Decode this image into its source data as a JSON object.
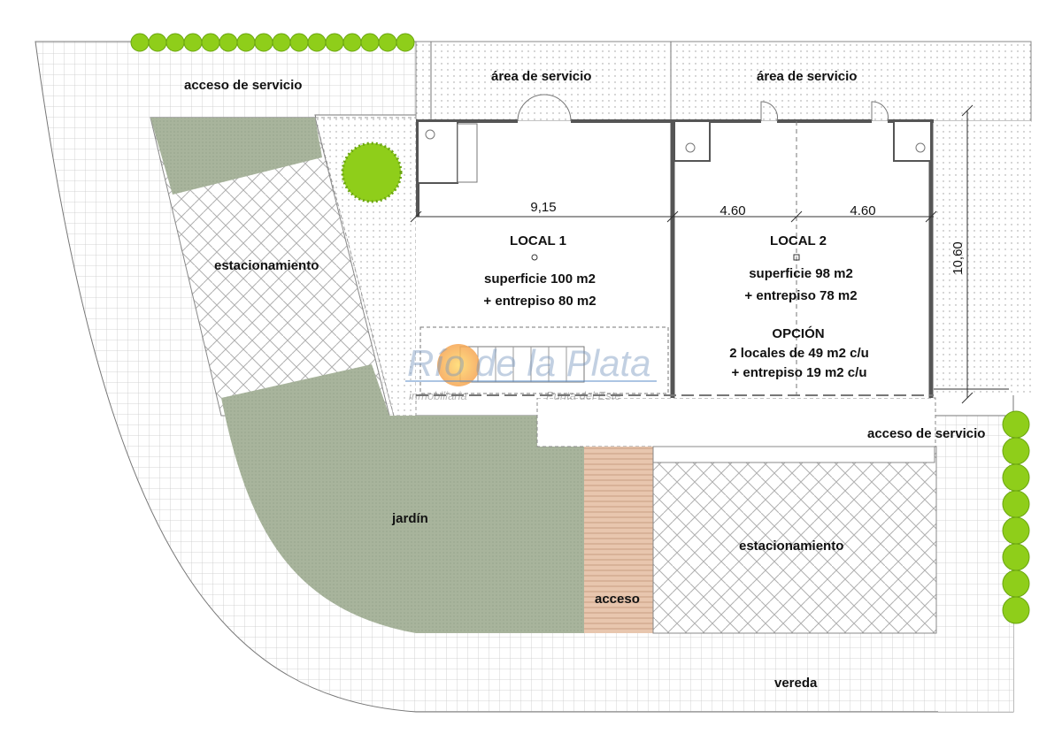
{
  "labels": {
    "acceso_servicio_top": "acceso de servicio",
    "area_servicio_left": "área de servicio",
    "area_servicio_right": "área de servicio",
    "estacionamiento_left": "estacionamiento",
    "estacionamiento_right": "estacionamiento",
    "jardin": "jardín",
    "acceso": "acceso",
    "vereda": "vereda",
    "acceso_servicio_right": "acceso de servicio"
  },
  "local1": {
    "title": "LOCAL 1",
    "superficie": "superficie 100 m2",
    "entrepiso": "+ entrepiso 80 m2"
  },
  "local2": {
    "title": "LOCAL 2",
    "superficie": "superficie 98 m2",
    "entrepiso": "+ entrepiso 78 m2",
    "option_title": "OPCIÓN",
    "option_line1": "2 locales de 49 m2 c/u",
    "option_line2": "+ entrepiso 19 m2 c/u"
  },
  "dimensions": {
    "width_total": "9,15",
    "width_a": "4.60",
    "width_b": "4.60",
    "depth": "10,60"
  },
  "watermark": {
    "brand": "Río de la Plata",
    "sub_left": "inmobiliaria",
    "sub_right": "Punta del Este"
  },
  "colors": {
    "garden": "#a8b49c",
    "wood": "#e8c6ae",
    "wall": "#555555",
    "tree": "#8fce1a"
  }
}
